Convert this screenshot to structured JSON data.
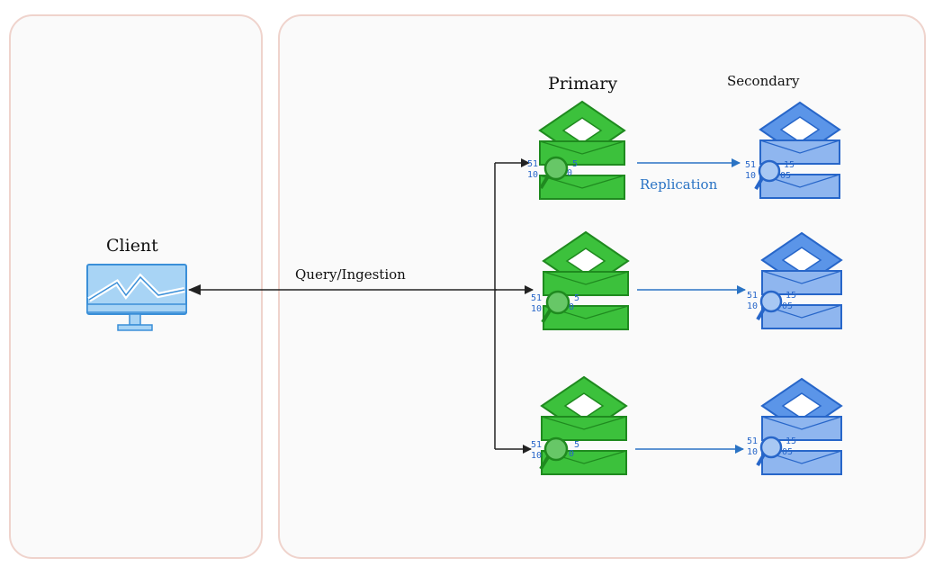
{
  "labels": {
    "client": "Client",
    "query_ingestion": "Query/Ingestion",
    "primary": "Primary",
    "secondary": "Secondary",
    "replication": "Replication"
  },
  "icons": {
    "client": "monitor-icon",
    "primary_nodes": "green-database-icon",
    "secondary_nodes": "blue-database-icon",
    "index_overlay": "magnifier-icon"
  },
  "colors": {
    "primary_fill": "#3cc13c",
    "primary_stroke": "#1f8a1f",
    "secondary_fill": "#5b95e8",
    "secondary_stroke": "#2766c9",
    "replication_arrow": "#2a73c4",
    "query_arrow": "#222222",
    "panel_border": "#efd3cc",
    "panel_fill": "#fafafa"
  },
  "digits": {
    "top": "51",
    "bottom": "10",
    "right_top": "5",
    "right_bottom": "0"
  },
  "secondary_digits": {
    "left_top": "51",
    "left_bottom": "10",
    "right_top": "15",
    "right_bottom": "05"
  }
}
